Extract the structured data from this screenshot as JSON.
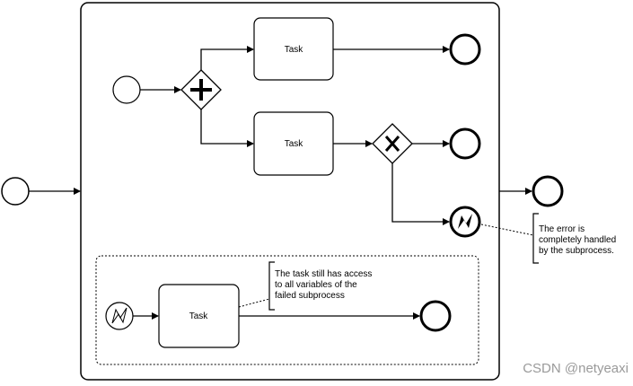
{
  "diagram": {
    "tasks": [
      {
        "id": "task-top",
        "label": "Task"
      },
      {
        "id": "task-middle",
        "label": "Task"
      },
      {
        "id": "task-event-subprocess",
        "label": "Task"
      }
    ],
    "annotations": {
      "error_handled": [
        "The error is",
        "completely handled",
        "by the subprocess."
      ],
      "variables_access": [
        "The task still has access",
        "to all variables of the",
        "failed subprocess"
      ]
    },
    "gateways": {
      "parallel_symbol": "+",
      "exclusive_symbol": "X"
    }
  },
  "watermark": "CSDN @netyeaxi"
}
